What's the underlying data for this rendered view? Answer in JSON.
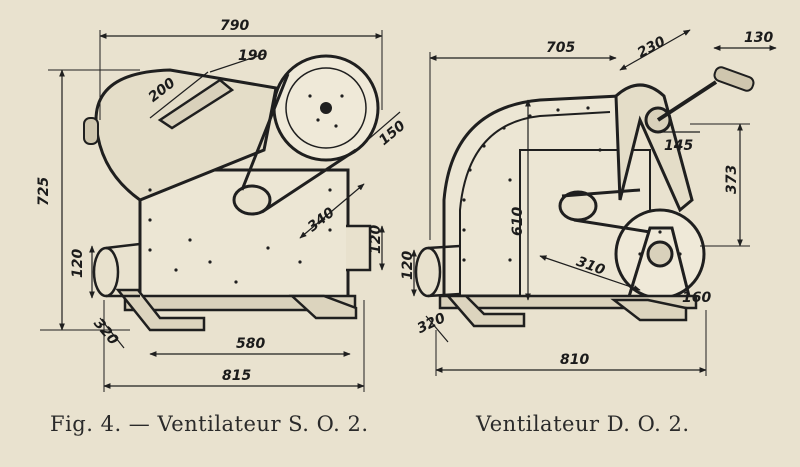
{
  "figures": {
    "left": {
      "caption": "Fig. 4. — Ventilateur S. O. 2.",
      "dimensions": {
        "overall_width": "790",
        "crank_width": "190",
        "crank_radius": "200",
        "height": "725",
        "pulley_offset": "150",
        "belt_center": "340",
        "inlet_diameter": "120",
        "outlet_diameter": "120",
        "foot": "320",
        "base_length": "580",
        "base_overall": "815"
      }
    },
    "right": {
      "caption": "Ventilateur D. O. 2.",
      "dimensions": {
        "overall_width": "705",
        "crank_arm": "230",
        "handle": "130",
        "hub_offset": "145",
        "height_upper": "373",
        "height_body": "610",
        "inlet_diameter": "120",
        "belt_center": "310",
        "wheel_offset": "160",
        "foot": "320",
        "base_overall": "810"
      }
    }
  }
}
